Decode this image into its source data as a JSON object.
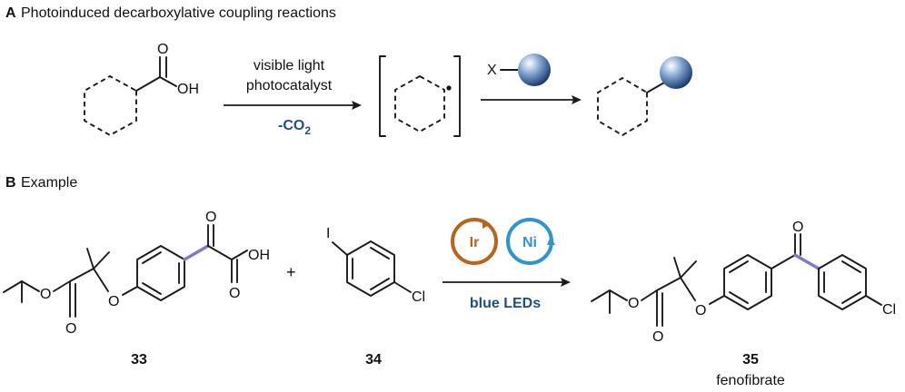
{
  "section_a": {
    "letter": "A",
    "title": "Photoinduced decarboxylative coupling reactions",
    "acid_O": "O",
    "acid_OH": "OH",
    "step1_line1": "visible light",
    "step1_line2": "photocatalyst",
    "step1_below_main": "-CO",
    "step1_below_sub": "2",
    "reagent_X": "X"
  },
  "section_b": {
    "letter": "B",
    "title": "Example",
    "reactant1_O": "O",
    "reactant1_O2": "O",
    "reactant1_OH": "OH",
    "reactant1_ester_O": "O",
    "reactant1_ester_O2": "O",
    "reactant1_ether_O": "O",
    "reactant1_label": "33",
    "plus": "+",
    "reactant2_I": "I",
    "reactant2_Cl": "Cl",
    "reactant2_label": "34",
    "cat1": "Ir",
    "cat2": "Ni",
    "condition": "blue LEDs",
    "product_O": "O",
    "product_ester_O": "O",
    "product_ester_O2": "O",
    "product_ether_O": "O",
    "product_Cl": "Cl",
    "product_label": "35",
    "product_name": "fenofibrate"
  },
  "colors": {
    "accent_blue": "#1f4e8c",
    "ir_ring": "#b8651c",
    "ni_ring": "#2d95cf",
    "highlight_bond": "#7b78d6"
  }
}
